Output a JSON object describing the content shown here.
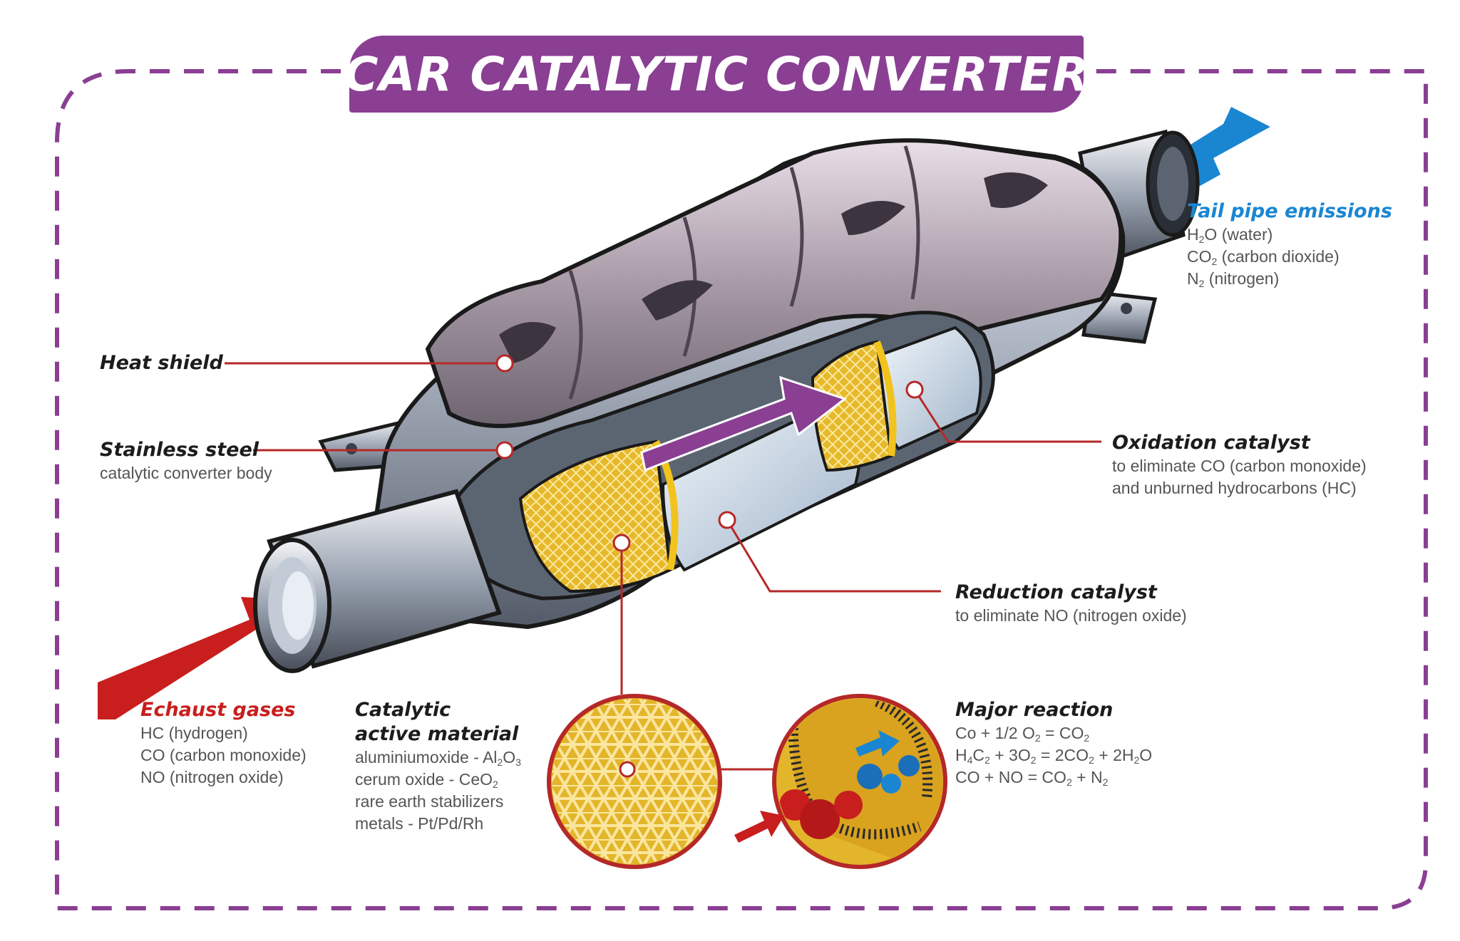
{
  "title": "CAR CATALYTIC CONVERTER",
  "colors": {
    "frame": "#8a3f93",
    "exhaust_arrow": "#c81e1e",
    "tailpipe_arrow": "#1a86d1",
    "flow_arrow": "#8a3f93",
    "leader_line": "#b52828",
    "catalyst": "#e6b82a",
    "metal": "#8f99a8"
  },
  "labels": {
    "heat_shield": {
      "title": "Heat shield"
    },
    "stainless_steel": {
      "title": "Stainless steel",
      "desc": "catalytic converter body"
    },
    "oxidation": {
      "title": "Oxidation catalyst",
      "line1": "to eliminate CO (carbon monoxide)",
      "line2": "and unburned hydrocarbons (HC)"
    },
    "reduction": {
      "title": "Reduction catalyst",
      "line1": "to eliminate NO (nitrogen oxide)"
    },
    "tailpipe": {
      "title": "Tail pipe emissions",
      "items": [
        {
          "a": "H",
          "s": "2",
          "b": "O (water)"
        },
        {
          "a": "CO",
          "s": "2",
          "b": " (carbon dioxide)"
        },
        {
          "a": "N",
          "s": "2",
          "b": " (nitrogen)"
        }
      ]
    },
    "exhaust": {
      "title": "Echaust gases",
      "lines": [
        "HC (hydrogen)",
        "CO (carbon monoxide)",
        "NO (nitrogen oxide)"
      ]
    },
    "catalytic": {
      "title_line1": "Catalytic",
      "title_line2": "active material",
      "l1_a": "aluminiumoxide - Al",
      "l1_s1": "2",
      "l1_b": "O",
      "l1_s2": "3",
      "l2_a": "cerum oxide - CeO",
      "l2_s": "2",
      "l3": "rare earth stabilizers",
      "l4": "metals - Pt/Pd/Rh"
    },
    "reaction": {
      "title": "Major reaction",
      "r1": {
        "a": "Co + 1/2 O",
        "s1": "2",
        "b": " = CO",
        "s2": "2"
      },
      "r2": {
        "a": "H",
        "s1": "4",
        "b": "C",
        "s2": "2",
        "c": " + 3O",
        "s3": "2",
        "d": " = 2CO",
        "s4": "2",
        "e": " + 2H",
        "s5": "2",
        "f": "O"
      },
      "r3": {
        "a": "CO + NO = CO",
        "s1": "2",
        "b": " + N",
        "s2": "2"
      }
    }
  }
}
